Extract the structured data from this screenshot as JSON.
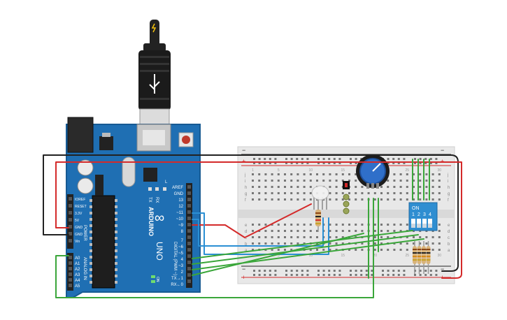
{
  "arduino": {
    "brand": "ARDUINO",
    "model": "UNO",
    "logo_symbol": "∞",
    "digital_label": "DIGITAL (PWM ~)",
    "power_label": "POWER",
    "analog_label": "ANALOG IN",
    "on_label": "ON",
    "tx_label": "TX",
    "rx_label": "RX",
    "l_label": "L",
    "top_header_pins": [
      "AREF",
      "GND",
      "13",
      "12",
      "~11",
      "~10",
      "~9",
      "8"
    ],
    "bottom_header_pins": [
      "7",
      "~6",
      "~5",
      "4",
      "~3",
      "2",
      "TX→1",
      "RX←0"
    ],
    "power_pins": [
      "IOREF",
      "RESET",
      "3.3V",
      "5V",
      "GND",
      "GND",
      "Vin"
    ],
    "analog_pins": [
      "A0",
      "A1",
      "A2",
      "A3",
      "A4",
      "A5"
    ]
  },
  "breadboard": {
    "row_letters_top": [
      "j",
      "i",
      "h",
      "g",
      "f"
    ],
    "row_letters_bottom": [
      "e",
      "d",
      "c",
      "b",
      "a"
    ],
    "column_numbers": [
      "1",
      "5",
      "10",
      "15",
      "20",
      "25",
      "30"
    ],
    "plus": "+",
    "minus": "−"
  },
  "dip_switch": {
    "on_label": "ON",
    "numbers": [
      "1",
      "2",
      "3",
      "4"
    ]
  },
  "colors": {
    "board": "#1f6fb3",
    "board_dark": "#175a93",
    "wire_red": "#d42a2a",
    "wire_black": "#222222",
    "wire_green": "#3aa63a",
    "wire_blue": "#2a8fd4",
    "breadboard": "#e8e8e8"
  }
}
